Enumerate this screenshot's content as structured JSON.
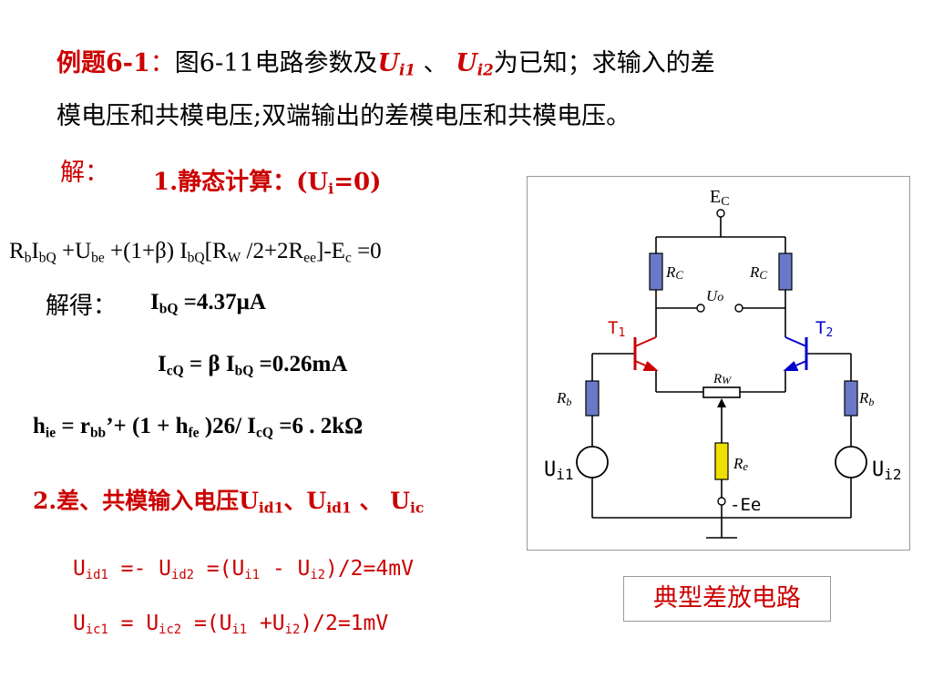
{
  "problem": {
    "label": "例题6-1",
    "colon": "：",
    "text_a": "图6-11电路参数及",
    "ui1_main": "U",
    "ui1_sub": "i1",
    "sep": " 、 ",
    "ui2_main": "U",
    "ui2_sub": "i2",
    "text_b": "为已知；求输入的差",
    "line2": "模电压和共模电压;双端输出的差模电压和共模电压。"
  },
  "solution": {
    "label": "解：",
    "step1": "1.静态计算：(U",
    "step1_sub": "i",
    "step1_end": "=0)",
    "equation": {
      "p1": "R",
      "s1": "b",
      "p2": "I",
      "s2": "bQ",
      "p3": " +U",
      "s3": "be",
      "p4": " +(1+β) I",
      "s4": "bQ",
      "p5": "[R",
      "s5": "W",
      "p6": " /2+2R",
      "s6": "ee",
      "p7": "]-E",
      "s7": "c",
      "p8": " =0"
    },
    "solved_label": "解得：",
    "ibq": {
      "main": "I",
      "sub": "bQ",
      "value": " =4.37μA"
    },
    "icq": {
      "main": "I",
      "sub": "cQ",
      "mid": " = β I",
      "sub2": "bQ",
      "value": " =0.26mA"
    },
    "hie": {
      "p1": "h",
      "s1": "ie",
      "p2": " = r",
      "s2": "bb",
      "p3": "’+ (1 + h",
      "s3": "fe",
      "p4": " )26/ I",
      "s4": "cQ",
      "p5": " =6 . 2kΩ"
    },
    "step2": {
      "text": "2.差、共模输入电压U",
      "s1": "id1",
      "mid": "、U",
      "s2": "id1",
      "sep": " 、 U",
      "s3": "ic"
    },
    "uid": {
      "p1": "U",
      "s1": "id1",
      "p2": " =- U",
      "s2": "id2",
      "p3": " =(U",
      "s3": "i1",
      "p4": " - U",
      "s4": "i2",
      "p5": ")/2=4mV"
    },
    "uic": {
      "p1": "U",
      "s1": "ic1",
      "p2": " = U",
      "s2": "ic2",
      "p3": " =(U",
      "s3": "i1",
      "p4": " +U",
      "s4": "i2",
      "p5": ")/2=1mV"
    }
  },
  "circuit": {
    "ec_main": "E",
    "ec_sub": "C",
    "rc_left_main": "R",
    "rc_left_sub": "C",
    "rc_right_main": "R",
    "rc_right_sub": "C",
    "uo_main": "U",
    "uo_sub": "o",
    "t1_main": "T",
    "t1_sub": "1",
    "t2_main": "T",
    "t2_sub": "2",
    "rw_main": "R",
    "rw_sub": "W",
    "rb_left_main": "R",
    "rb_left_sub": "b",
    "rb_right_main": "R",
    "rb_right_sub": "b",
    "re_main": "R",
    "re_sub": "e",
    "ui1_main": "U",
    "ui1_sub": "i1",
    "ui2_main": "U",
    "ui2_sub": "i2",
    "ee": "-Ee",
    "colors": {
      "resistor": "#6a78c8",
      "resistor_re": "#f0e000",
      "t1": "#cc0000",
      "t2": "#0000cc",
      "wire": "#000000"
    }
  },
  "caption": "典型差放电路"
}
